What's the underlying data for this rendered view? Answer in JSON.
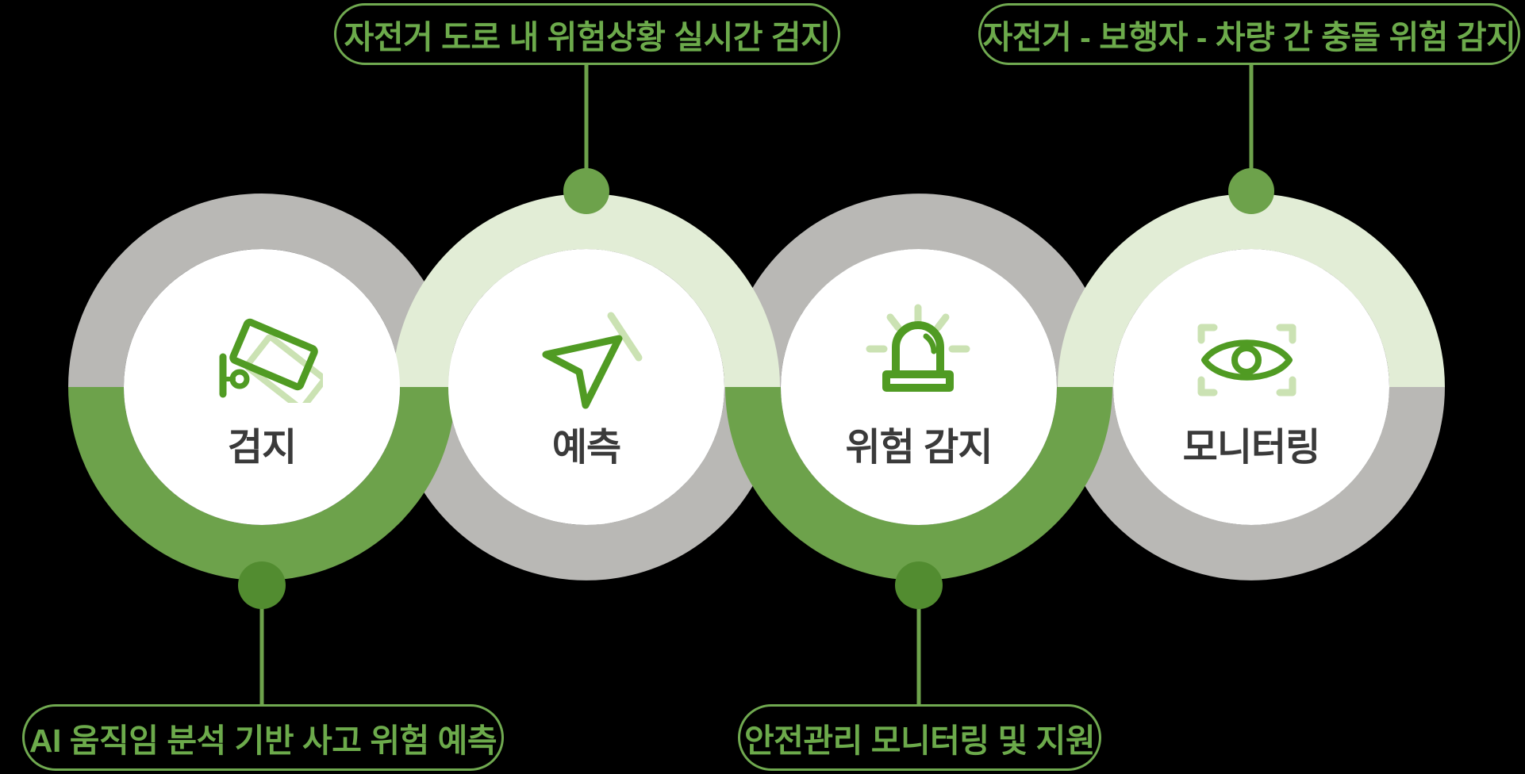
{
  "diagram_title": "bike-road safety AI process",
  "colors": {
    "background": "#000000",
    "ring_gray": "#b9b8b5",
    "ring_green": "#6da24b",
    "ring_light_green": "#e2edd6",
    "inner_circle": "#ffffff",
    "connector_green": "#6da24b",
    "dot_top": "#6da24b",
    "dot_bottom": "#528c30",
    "callout_green": "#70a950",
    "icon_green": "#509b23",
    "icon_pale_green": "#cbe2b3",
    "label_dark": "#3a3a3a"
  },
  "callouts": {
    "top_left": {
      "text": "자전거 도로 내 위험상황 실시간 검지"
    },
    "top_right": {
      "text": "자전거 - 보행자 - 차량 간 충돌 위험 감지"
    },
    "bottom_left": {
      "text": "AI 움직임 분석 기반 사고 위험 예측"
    },
    "bottom_right": {
      "text": "안전관리 모니터링 및 지원"
    }
  },
  "steps": [
    {
      "label": "검지",
      "icon": "cctv-camera-icon",
      "ring_top": "#b9b8b5",
      "ring_bottom": "#6da24b",
      "linked_callout": "bottom_left"
    },
    {
      "label": "예측",
      "icon": "cursor-arrow-icon",
      "ring_top": "#e2edd6",
      "ring_bottom": "#b9b8b5",
      "linked_callout": "top_left"
    },
    {
      "label": "위험 감지",
      "icon": "siren-icon",
      "ring_top": "#b9b8b5",
      "ring_bottom": "#6da24b",
      "linked_callout": "bottom_right"
    },
    {
      "label": "모니터링",
      "icon": "eye-icon",
      "ring_top": "#e2edd6",
      "ring_bottom": "#b9b8b5",
      "linked_callout": "top_right"
    }
  ]
}
